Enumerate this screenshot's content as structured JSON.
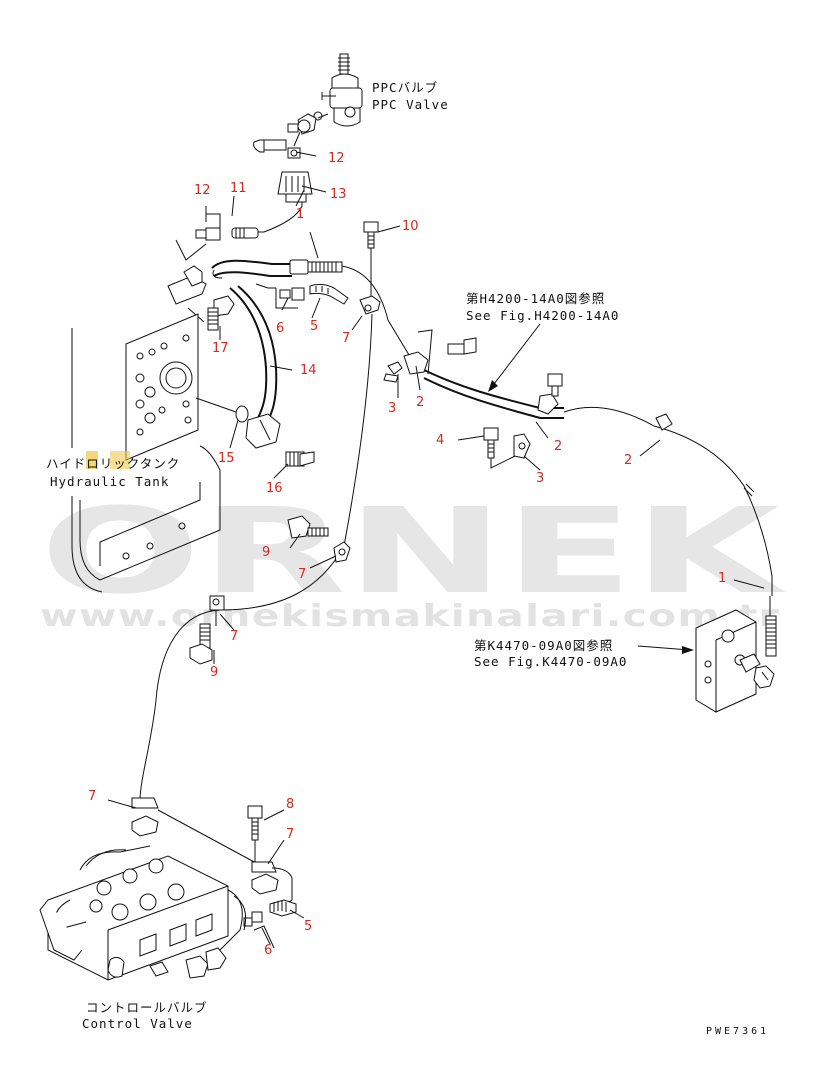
{
  "watermark": {
    "brand": "ORNEK",
    "url": "www.ornekismakinalari.com.tr"
  },
  "labels": {
    "ppc_valve_jp": "PPCバルブ",
    "ppc_valve_en": "PPC Valve",
    "hydraulic_tank_jp": "ハイドロリックタンク",
    "hydraulic_tank_en": "Hydraulic Tank",
    "control_valve_jp": "コントロールバルブ",
    "control_valve_en": "Control Valve",
    "ref_h4200_jp": "第H4200-14A0図参照",
    "ref_h4200_en": "See Fig.H4200-14A0",
    "ref_k4470_jp": "第K4470-09A0図参照",
    "ref_k4470_en": "See Fig.K4470-09A0",
    "drawing_code": "PWE7361"
  },
  "callouts": {
    "c1a": "1",
    "c1b": "1",
    "c2a": "2",
    "c2b": "2",
    "c2c": "2",
    "c3a": "3",
    "c3b": "3",
    "c4": "4",
    "c5a": "5",
    "c5b": "5",
    "c6a": "6",
    "c6b": "6",
    "c7a": "7",
    "c7b": "7",
    "c7c": "7",
    "c7d": "7",
    "c7e": "7",
    "c8": "8",
    "c9a": "9",
    "c9b": "9",
    "c10": "10",
    "c11": "11",
    "c12a": "12",
    "c12b": "12",
    "c13": "13",
    "c14": "14",
    "c15": "15",
    "c16": "16",
    "c17": "17"
  },
  "colors": {
    "callout": "#d42a20",
    "line": "#111111",
    "highlight": "#f2c84b",
    "watermark": "#d2d2d2"
  }
}
